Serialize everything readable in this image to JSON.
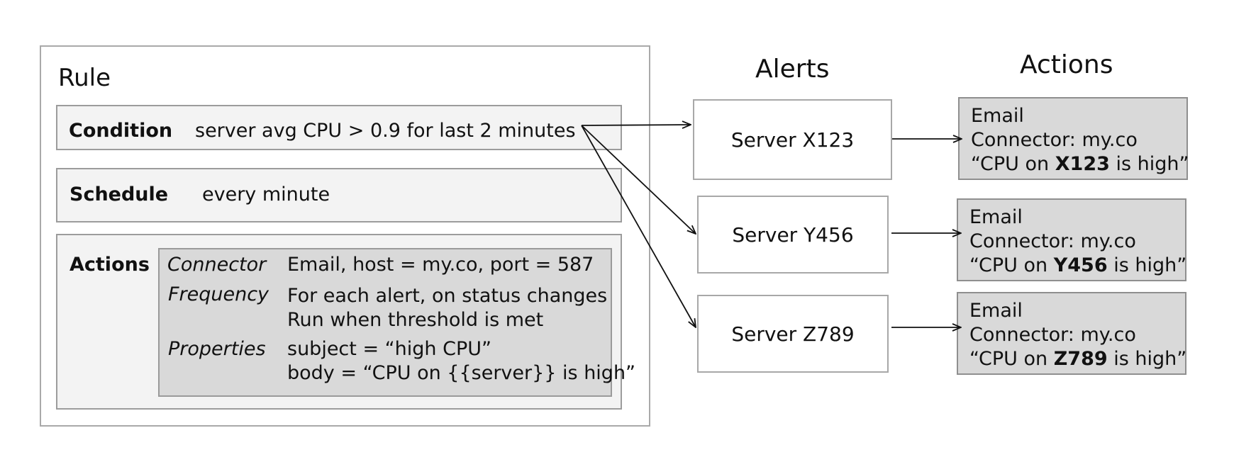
{
  "rule": {
    "title": "Rule",
    "condition": {
      "label": "Condition",
      "text": "server avg CPU > 0.9 for last 2 minutes"
    },
    "schedule": {
      "label": "Schedule",
      "text": "every minute"
    },
    "actions": {
      "label": "Actions",
      "connector_label": "Connector",
      "connector_value": "Email, host = my.co, port = 587",
      "frequency_label": "Frequency",
      "frequency_lines": [
        "For each alert, on status changes",
        "Run when threshold is met"
      ],
      "properties_label": "Properties",
      "properties_lines": [
        "subject = “high CPU”",
        "body = “CPU on {{server}} is high”"
      ]
    }
  },
  "alerts": {
    "title": "Alerts",
    "items": [
      "Server X123",
      "Server Y456",
      "Server Z789"
    ]
  },
  "actions_column": {
    "title": "Actions",
    "items": [
      {
        "type": "Email",
        "connector": "Connector: my.co",
        "msg_prefix": "“CPU on ",
        "server": "X123",
        "msg_suffix": " is high”"
      },
      {
        "type": "Email",
        "connector": "Connector: my.co",
        "msg_prefix": "“CPU on ",
        "server": "Y456",
        "msg_suffix": " is high”"
      },
      {
        "type": "Email",
        "connector": "Connector: my.co",
        "msg_prefix": "“CPU on ",
        "server": "Z789",
        "msg_suffix": " is high”"
      }
    ]
  },
  "colors": {
    "panel": "#f3f3f3",
    "inner_panel": "#d9d9d9",
    "border": "#a9a9a9",
    "line": "#111111"
  }
}
